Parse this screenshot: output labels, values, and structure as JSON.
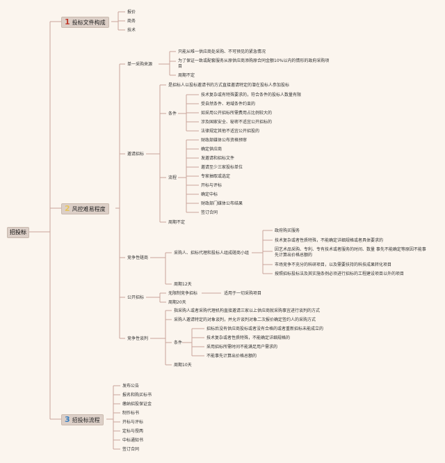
{
  "root": "招投标",
  "branch1": {
    "num": "1",
    "num_color": "#c0392b",
    "label": "投标文件构成",
    "items": [
      "报价",
      "商务",
      "技术"
    ]
  },
  "branch2": {
    "num": "2",
    "num_color": "#e6c35a",
    "label": "风控难易程度",
    "single": {
      "label": "单一采购来源",
      "items": [
        "只能从唯一供应商处采购、不可预见的紧急情况",
        "为了保证一致或配套服务从原供应商添购原合同金额10%以内的情形的政府采购项目",
        "周期不定"
      ]
    },
    "invite": {
      "label": "邀请招标",
      "desc": "是招标人以投标邀请书的方式直接邀请特定的潜在投标人参加投标",
      "cond_label": "条件",
      "conds": [
        "技术复杂或有特殊要求的，符合条件的投标人数量有限",
        "受自然条件、地域条件约束的",
        "如采用公开招标所需费用占比例较大的",
        "涉及国家安全、秘密不适宜公开招标的",
        "法律规定其他不适宜公开招投的"
      ],
      "proc_label": "流程",
      "procs": [
        "财政部媒体公布资格预审",
        "确定供应商",
        "发邀请和招标文件",
        "邀请至少三家投标单位",
        "专家抽取或选定",
        "开标与评标",
        "确定中标",
        "财政部门媒体公布结果",
        "签订合同"
      ],
      "cycle": "周期不定"
    },
    "negotiation": {
      "label": "竞争性磋商",
      "desc": "采购人、招标代理和投标人组成磋商小组",
      "items": [
        "政府购买服务",
        "技术复杂或者性质特殊，不能确定详细规格或者具体要求的",
        "因艺术品采购、专利、专有技术或者服务的时间、数量 事先不能确定等原因不能事先计算出价格总额的",
        "市场竞争不充分的科研项目，以及需要扶持的科技成果转化项目",
        "按照招标投标法及其实施条例必须进行招标的工程建设项目以外的项目"
      ],
      "cycle": "周期12天"
    },
    "open": {
      "label": "公开招标",
      "sub": "无限制竞争招标",
      "sub_note": "适用于一切采购项目",
      "cycle": "周期20天"
    },
    "talk": {
      "label": "竞争性谈判",
      "items": [
        "指采购人或者采购代理机构直接邀请三家以上供应商就采购事宜进行谈判的方式",
        "采购人邀请特定的对象谈判，并允许谈判对象二次报价确定签约人的采购方式"
      ],
      "cond_label": "条件",
      "conds": [
        "招标后没有供应商投标或者没有合格的或者重新招标未能成立的",
        "技术复杂或者性质特殊，不能确定详细规格的",
        "采用招标所需时间不能满足用户需求的",
        "不能事先计算出价格总额的"
      ],
      "cycle": "周期10天"
    }
  },
  "branch3": {
    "num": "3",
    "num_color": "#3a7fc1",
    "label": "招投标流程",
    "items": [
      "发布公告",
      "报名和购买标书",
      "缴纳招投保证金",
      "制作标书",
      "开标与评标",
      "定标与授两",
      "中标通知书",
      "签订合同"
    ]
  },
  "colors": {
    "line": "#c9a39a",
    "node": "#dccfc7"
  }
}
